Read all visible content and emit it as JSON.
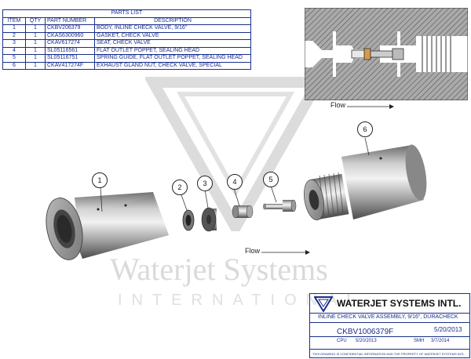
{
  "parts_list": {
    "title": "PARTS LIST",
    "headers": [
      "ITEM",
      "QTY",
      "PART NUMBER",
      "DESCRIPTION"
    ],
    "rows": [
      [
        "1",
        "1",
        "CKBV206379",
        "BODY, INLINE CHECK VALVE, 9/16\""
      ],
      [
        "2",
        "1",
        "CKAS6300960",
        "GASKET, CHECK VALVE"
      ],
      [
        "3",
        "1",
        "CKAV617274",
        "SEAT, CHECK VALVE"
      ],
      [
        "4",
        "1",
        "SL05116561",
        "FLAT OUTLET POPPET, SEALING HEAD"
      ],
      [
        "5",
        "1",
        "SL05116751",
        "SPRING GUIDE, FLAT OUTLET POPPET, SEALING HEAD"
      ],
      [
        "6",
        "1",
        "CKAV417274F",
        "EXHAUST GLAND NUT, CHECK VALVE, SPECIAL"
      ]
    ]
  },
  "flow_label_top": "Flow",
  "flow_label_bottom": "Flow",
  "callouts": [
    "1",
    "2",
    "3",
    "4",
    "5",
    "6"
  ],
  "watermark": {
    "line1": "Waterjet Systems",
    "line2": "INTERNATIONAL"
  },
  "title_block": {
    "company": "WATERJET SYSTEMS INTL.",
    "description": "INLINE CHECK VALVE ASSEMBLY, 9/16\", DURACHECK",
    "part_number": "CKBV1006379F",
    "date": "5/20/2013",
    "drawn_by": "CPU",
    "drawn_date": "5/20/2013",
    "checked_by": "SMH",
    "checked_date": "3/7/2014",
    "footer": "THIS DRAWING IS CONFIDENTIAL INFORMATION AND THE PROPERTY OF WATERJET SYSTEMS INTL."
  },
  "colors": {
    "table_line": "#1a2f8a",
    "metal_dark": "#555555",
    "metal_light": "#c8c8c8"
  }
}
